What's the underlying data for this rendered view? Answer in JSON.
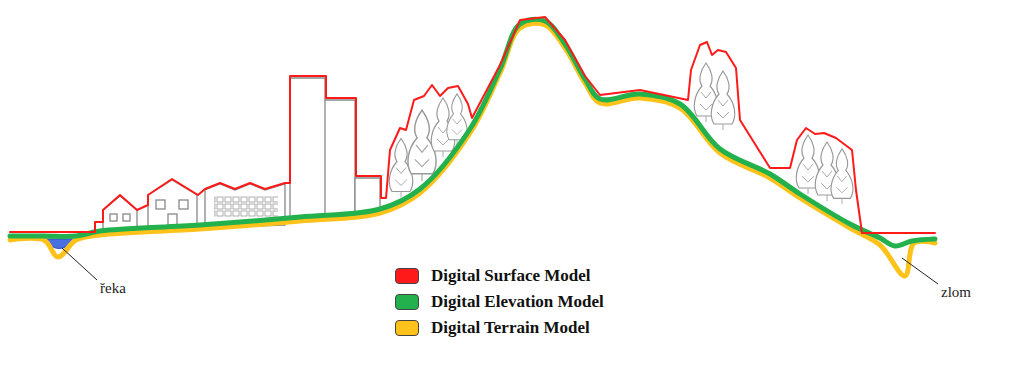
{
  "diagram": {
    "labels": [
      "řeka",
      "zlom"
    ],
    "legend": [
      {
        "text": "Digital Surface Model",
        "color": "#ff1a1a"
      },
      {
        "text": "Digital Elevation Model",
        "color": "#22b14c"
      },
      {
        "text": "Digital Terrain Model",
        "color": "#ffc21a"
      }
    ]
  }
}
